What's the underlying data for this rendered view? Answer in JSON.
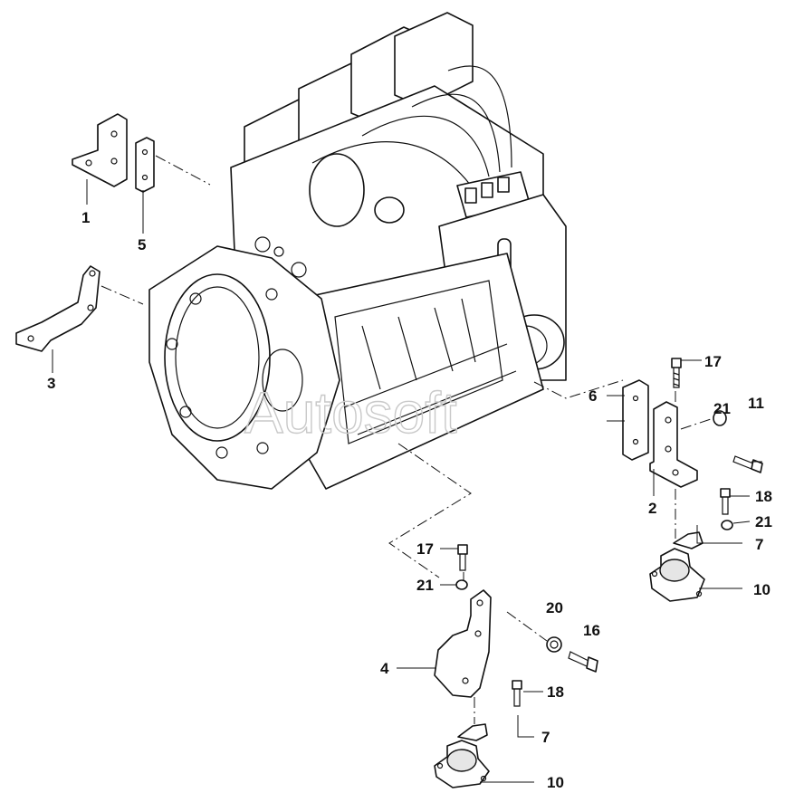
{
  "watermark": {
    "text": "Autosoft"
  },
  "callouts": [
    {
      "id": "c1",
      "label": "1"
    },
    {
      "id": "c5",
      "label": "5"
    },
    {
      "id": "c3",
      "label": "3"
    },
    {
      "id": "c17a",
      "label": "17"
    },
    {
      "id": "c6",
      "label": "6"
    },
    {
      "id": "c21a",
      "label": "21"
    },
    {
      "id": "c11",
      "label": "11"
    },
    {
      "id": "c2",
      "label": "2"
    },
    {
      "id": "c18a",
      "label": "18"
    },
    {
      "id": "c21b",
      "label": "21"
    },
    {
      "id": "c7a",
      "label": "7"
    },
    {
      "id": "c10a",
      "label": "10"
    },
    {
      "id": "c17b",
      "label": "17"
    },
    {
      "id": "c21c",
      "label": "21"
    },
    {
      "id": "c20",
      "label": "20"
    },
    {
      "id": "c16",
      "label": "16"
    },
    {
      "id": "c4",
      "label": "4"
    },
    {
      "id": "c18b",
      "label": "18"
    },
    {
      "id": "c7b",
      "label": "7"
    },
    {
      "id": "c10b",
      "label": "10"
    }
  ]
}
